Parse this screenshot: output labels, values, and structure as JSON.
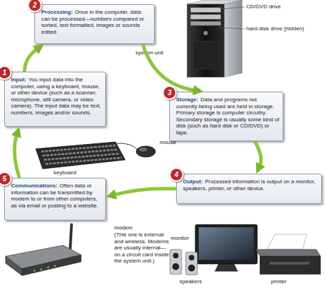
{
  "diagram": {
    "nodes": [
      {
        "text": [
          "2",
          "Processing:",
          "Once in the computer, data can be processed—numbers compared or sorted, text formatted, images or sounds edited."
        ]
      },
      {
        "text": [
          "1",
          "Input:",
          "You input data into the computer, using a keyboard, mouse, or other device (such as a scanner, microphone, still camera, or video camera). The input data may be text, numbers, images and/or sounds."
        ]
      },
      {
        "text": [
          "3",
          "Storage:",
          "Data and programs not currently being used are held in storage. Primary storage is computer circuitry. Secondary storage is usually some kind of disk (such as hard disk or CD/DVD) or tape."
        ]
      },
      {
        "text": [
          "5",
          "Communications:",
          "Often data or information can be transmitted by modem to or from other computers, as via email or posting to a website."
        ]
      },
      {
        "text": [
          "4",
          "Output:",
          "Processed information is output on a monitor, speakers, printer, or other device."
        ]
      }
    ],
    "edges": [
      {
        "from": 1,
        "to": 0,
        "arrow": "to"
      },
      {
        "from": 0,
        "to": 2,
        "arrow": "to"
      },
      {
        "from": 2,
        "to": 4,
        "arrow": "to"
      },
      {
        "from": 4,
        "to": 3,
        "arrow": "to"
      },
      {
        "from": 3,
        "to": 1,
        "arrow": "to"
      }
    ],
    "labels": [
      "CD/DVD drive",
      "hard-disk drive (hidden)",
      "system unit",
      "mouse",
      "keyboard",
      "modem",
      "(This one is external and wireless. Modems are usually internal—on a circuit card inside the system unit.)",
      "monitor",
      "speakers",
      "printer"
    ]
  }
}
